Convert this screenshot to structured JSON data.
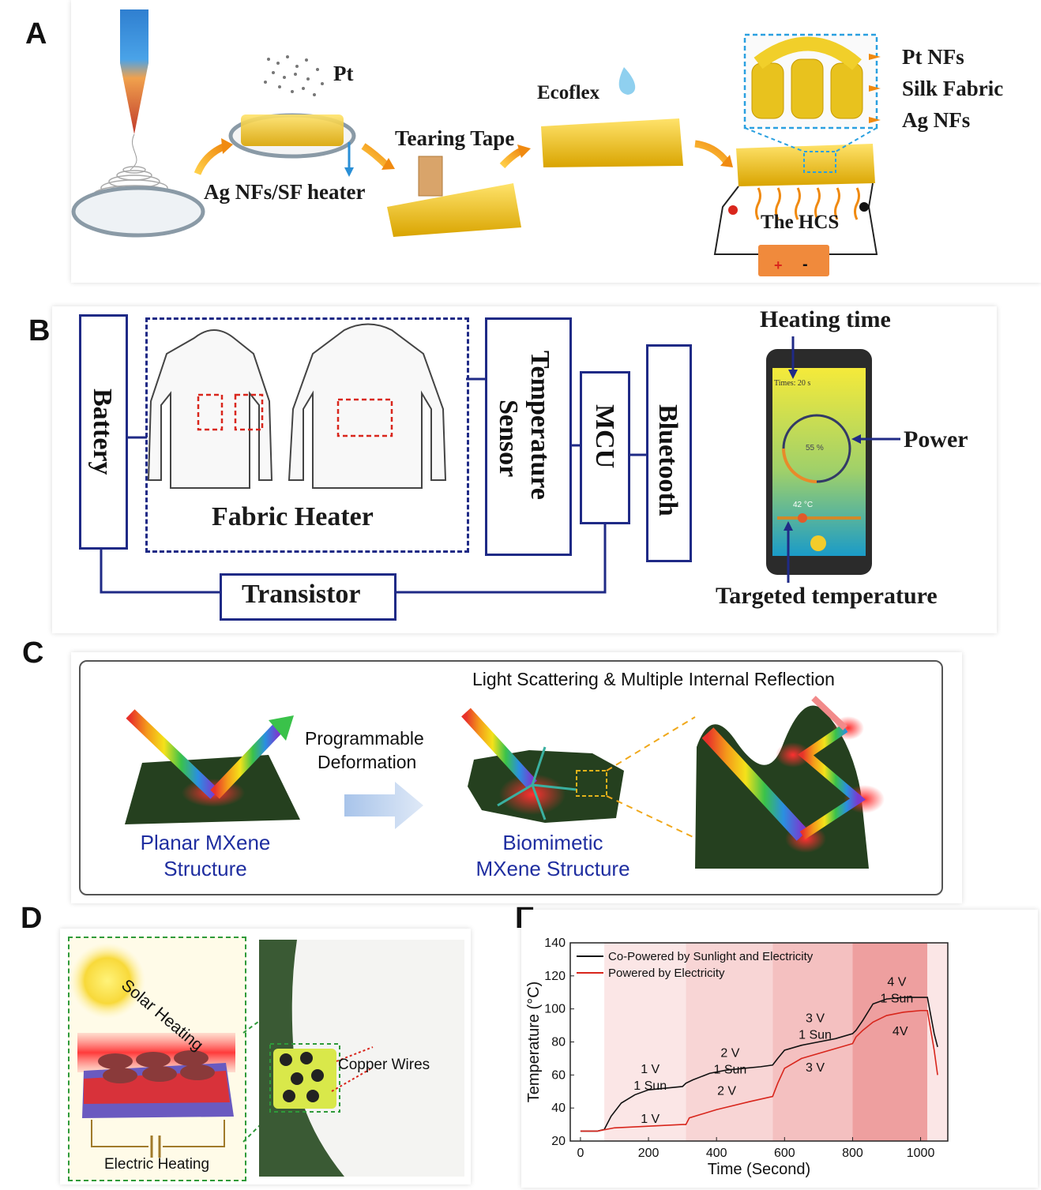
{
  "panels": {
    "a": "A",
    "b": "B",
    "c": "C",
    "d": "D",
    "e": "E"
  },
  "panel_a": {
    "pt": "Pt",
    "ag_heater": "Ag NFs/SF heater",
    "tearing_tape": "Tearing Tape",
    "ecoflex": "Ecoflex",
    "pt_nfs": "Pt NFs",
    "silk_fabric": "Silk Fabric",
    "ag_nfs": "Ag NFs",
    "hcs": "The HCS",
    "plus": "+",
    "minus": "-"
  },
  "panel_b": {
    "battery": "Battery",
    "fabric_heater": "Fabric Heater",
    "temp_sensor_1": "Temperature",
    "temp_sensor_2": "Sensor",
    "mcu": "MCU",
    "bluetooth": "Bluetooth",
    "transistor": "Transistor",
    "heating_time": "Heating time",
    "power": "Power",
    "targeted_temp": "Targeted temperature",
    "phone_times": "Times: 20 s",
    "phone_percent": "55 %",
    "phone_temp": "42 °C"
  },
  "panel_c": {
    "title": "Light Scattering & Multiple Internal Reflection",
    "prog_1": "Programmable",
    "prog_2": "Deformation",
    "planar_1": "Planar MXene",
    "planar_2": "Structure",
    "bio_1": "Biomimetic",
    "bio_2": "MXene Structure"
  },
  "panel_d": {
    "solar": "Solar Heating",
    "electric": "Electric Heating",
    "copper": "Copper Wires"
  },
  "chart_data": {
    "type": "line",
    "xlabel": "Time (Second)",
    "ylabel": "Temperature (°C)",
    "xlim": [
      -30,
      1080
    ],
    "ylim": [
      20,
      140
    ],
    "xticks": [
      0,
      200,
      400,
      600,
      800,
      1000
    ],
    "yticks": [
      20,
      40,
      60,
      80,
      100,
      120,
      140
    ],
    "legend_position": "top-left",
    "shaded_regions": [
      {
        "from": 70,
        "to": 310,
        "color": "#fbe6e6"
      },
      {
        "from": 310,
        "to": 565,
        "color": "#f8d5d5"
      },
      {
        "from": 565,
        "to": 800,
        "color": "#f4c0c0"
      },
      {
        "from": 800,
        "to": 1020,
        "color": "#ee9f9f"
      },
      {
        "from": 1020,
        "to": 1080,
        "color": "#fbe6e6"
      }
    ],
    "series": [
      {
        "name": "Co-Powered by Sunlight and Electricity",
        "color": "#111111",
        "x": [
          0,
          50,
          70,
          90,
          120,
          160,
          200,
          250,
          300,
          310,
          330,
          380,
          430,
          480,
          530,
          565,
          580,
          600,
          650,
          700,
          750,
          800,
          810,
          830,
          860,
          900,
          950,
          1000,
          1020,
          1040,
          1050
        ],
        "y": [
          26,
          26,
          27,
          35,
          43,
          48,
          51,
          52,
          53,
          55,
          57,
          61,
          63,
          64,
          65,
          66,
          70,
          75,
          78,
          80,
          82,
          85,
          87,
          93,
          103,
          106,
          107,
          107,
          107,
          85,
          77
        ]
      },
      {
        "name": "Powered by Electricity",
        "color": "#d8261c",
        "x": [
          0,
          50,
          100,
          200,
          300,
          310,
          320,
          400,
          500,
          565,
          580,
          600,
          650,
          700,
          750,
          800,
          810,
          830,
          860,
          900,
          950,
          1000,
          1020,
          1040,
          1050
        ],
        "y": [
          26,
          26,
          28,
          29,
          30,
          30,
          34,
          39,
          44,
          47,
          55,
          64,
          70,
          73,
          76,
          79,
          83,
          87,
          92,
          96,
          98,
          99,
          99,
          75,
          60
        ]
      }
    ],
    "annotations": [
      {
        "x": 205,
        "y": 61,
        "lines": [
          "1 V",
          "1 Sun"
        ]
      },
      {
        "x": 205,
        "y": 31,
        "lines": [
          "1 V"
        ]
      },
      {
        "x": 440,
        "y": 71,
        "lines": [
          "2 V",
          "1 Sun"
        ]
      },
      {
        "x": 430,
        "y": 48,
        "lines": [
          "2 V"
        ]
      },
      {
        "x": 690,
        "y": 92,
        "lines": [
          "3 V",
          "1 Sun"
        ]
      },
      {
        "x": 690,
        "y": 62,
        "lines": [
          "3 V"
        ]
      },
      {
        "x": 930,
        "y": 114,
        "lines": [
          "4 V",
          "1 Sun"
        ]
      },
      {
        "x": 940,
        "y": 84,
        "lines": [
          "4V"
        ]
      }
    ]
  }
}
